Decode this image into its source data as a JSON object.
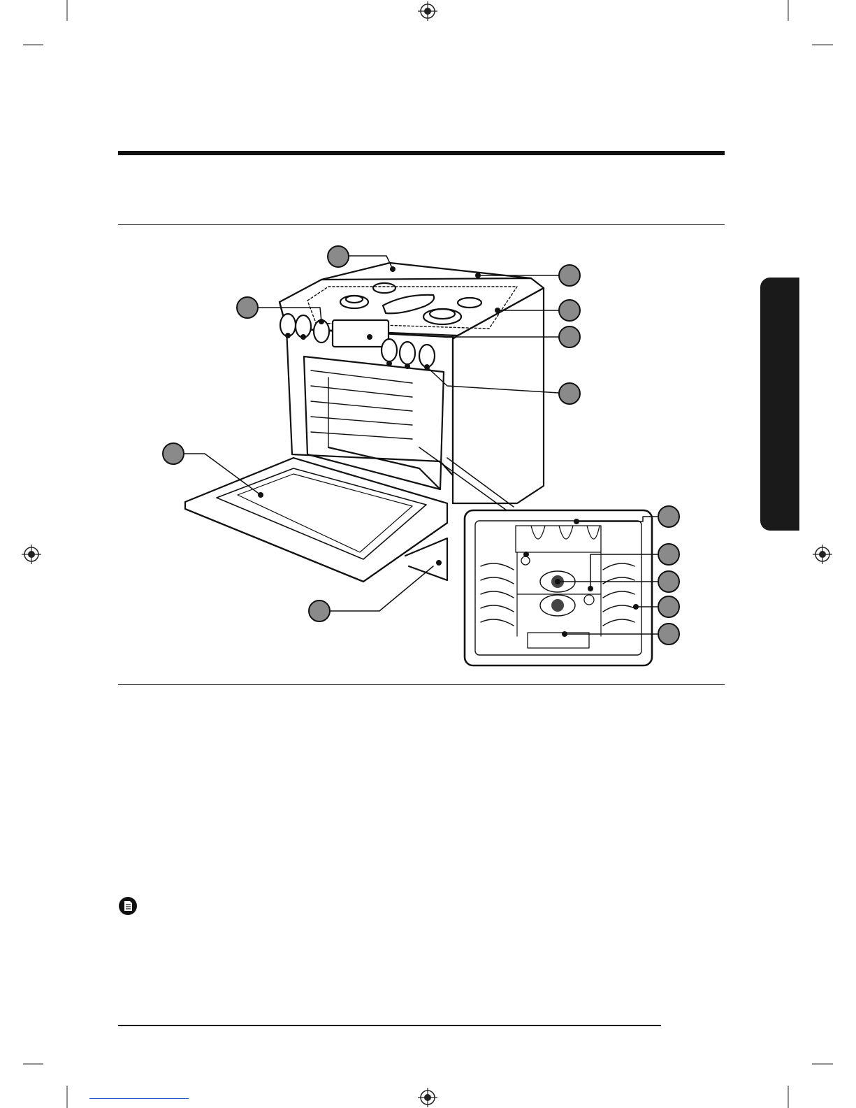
{
  "page": {
    "sections": [
      "header-rule",
      "diagram",
      "note"
    ]
  },
  "diagram": {
    "callouts": [
      {
        "id": "1",
        "target": "back-trim"
      },
      {
        "id": "2",
        "target": "rear-vent"
      },
      {
        "id": "3",
        "target": "cooktop-surface"
      },
      {
        "id": "4",
        "target": "control-panel"
      },
      {
        "id": "5",
        "target": "right-knobs"
      },
      {
        "id": "6",
        "target": "left-knobs"
      },
      {
        "id": "7",
        "target": "oven-door-window"
      },
      {
        "id": "8",
        "target": "storage-drawer"
      },
      {
        "id": "9",
        "target": "broil-element"
      },
      {
        "id": "10",
        "target": "oven-light"
      },
      {
        "id": "11",
        "target": "convection-fans"
      },
      {
        "id": "12",
        "target": "rack-guides"
      },
      {
        "id": "13",
        "target": "oven-floor"
      }
    ]
  },
  "icons": {
    "note": "note-icon",
    "registration": "crosshair-registration-icon"
  },
  "colors": {
    "ink": "#111111",
    "tab": "#1a1a1a",
    "link": "#2a4fc9"
  }
}
